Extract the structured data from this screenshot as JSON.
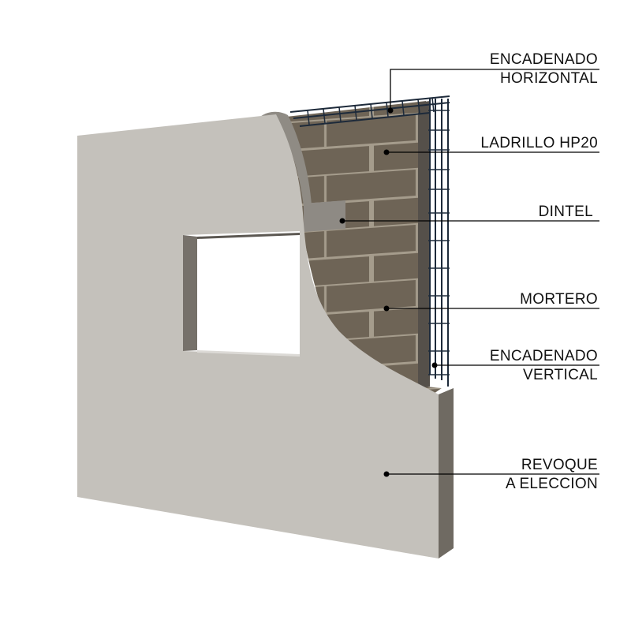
{
  "diagram": {
    "title": "",
    "background": "#ffffff",
    "colors": {
      "plaster": "#c4c1bb",
      "plaster_edge": "#8f8b84",
      "plaster_side": "#6f6a62",
      "brick": "#6e6456",
      "mortar_joint": "#a59c8c",
      "lintel": "#8e8a84",
      "rebar": "#1d2a3a",
      "leader": "#000000"
    },
    "callouts": [
      {
        "id": "encadenado-horizontal",
        "lines": [
          "ENCADENADO",
          "HORIZONTAL"
        ]
      },
      {
        "id": "ladrillo-hp20",
        "lines": [
          "LADRILLO HP20"
        ]
      },
      {
        "id": "dintel",
        "lines": [
          "DINTEL"
        ]
      },
      {
        "id": "mortero",
        "lines": [
          "MORTERO"
        ]
      },
      {
        "id": "encadenado-vertical",
        "lines": [
          "ENCADENADO",
          "VERTICAL"
        ]
      },
      {
        "id": "revoque",
        "lines": [
          "REVOQUE",
          "A ELECCION"
        ]
      }
    ]
  }
}
